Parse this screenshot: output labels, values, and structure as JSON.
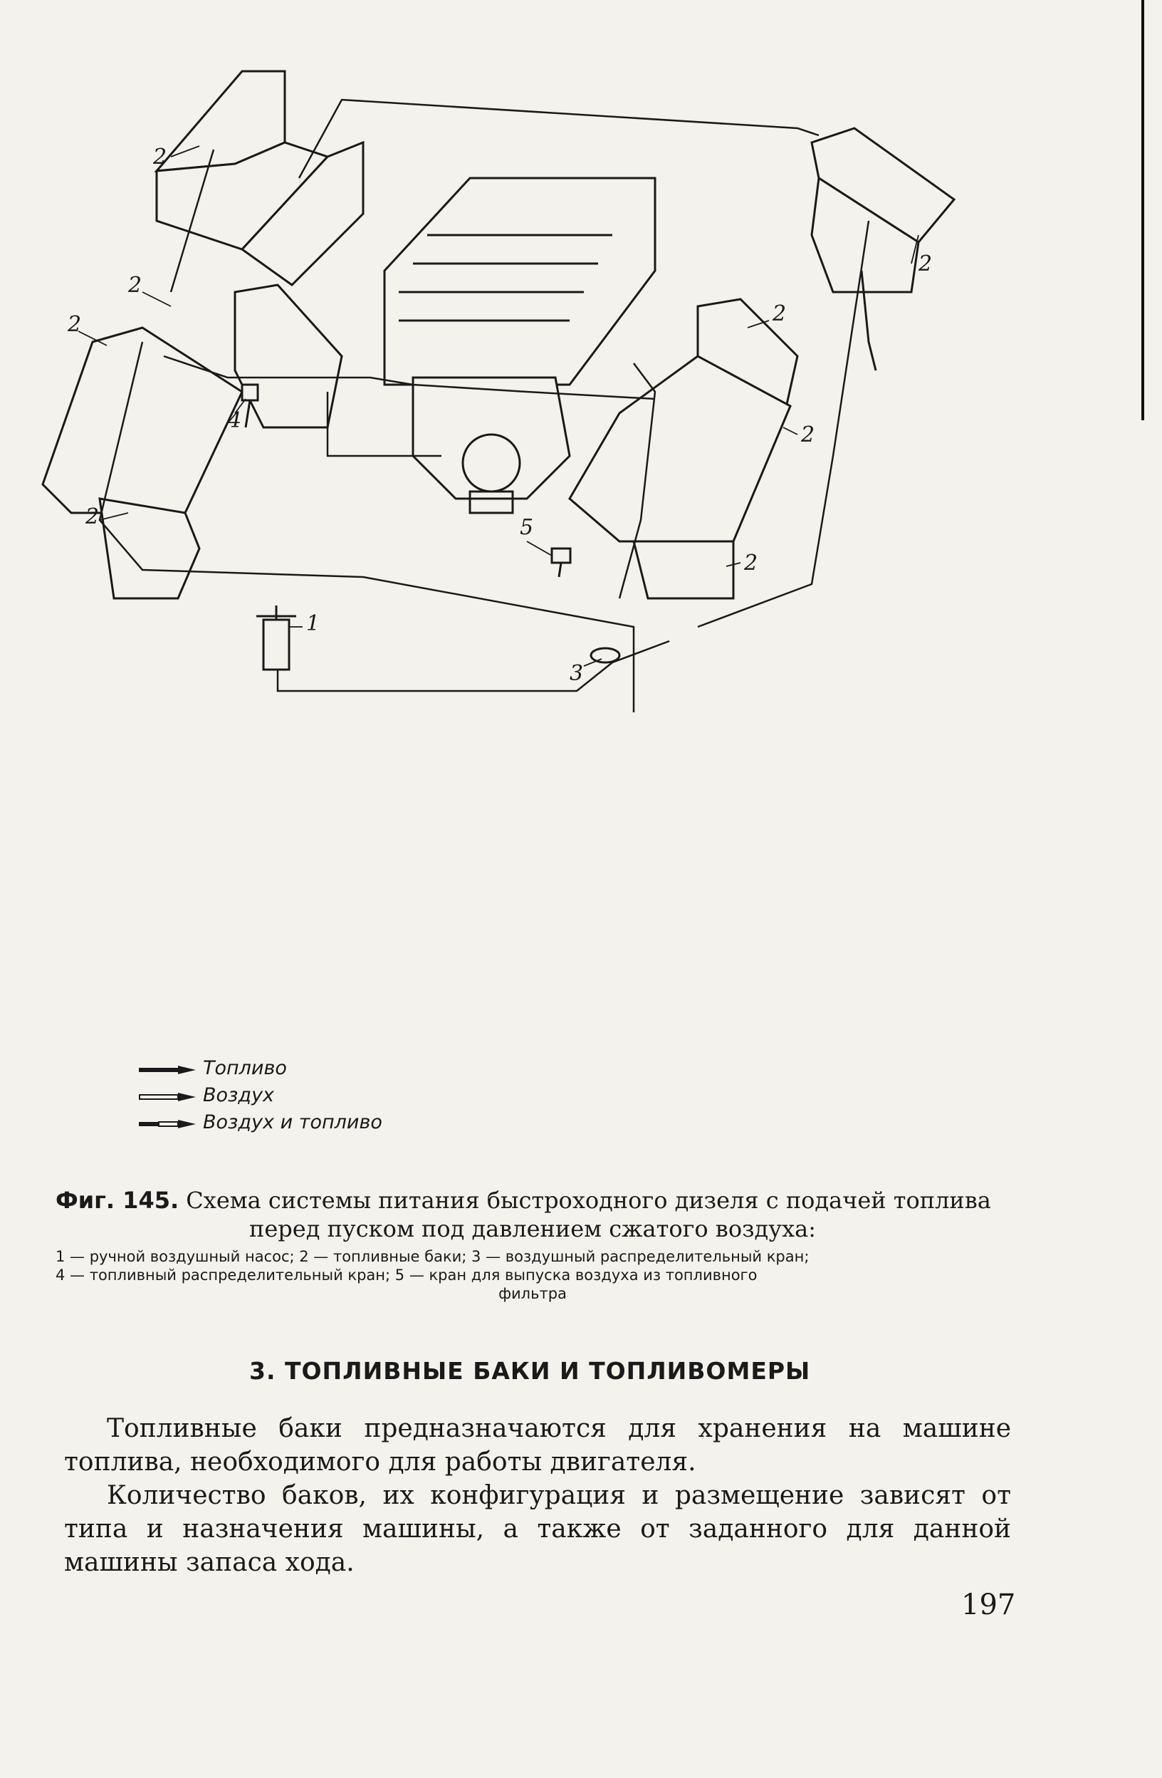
{
  "figure": {
    "callouts": {
      "tank": "2",
      "pump": "1",
      "air_valve": "3",
      "fuel_valve": "4",
      "release_valve": "5"
    },
    "legend": [
      {
        "label": "Топливо",
        "style": "fuel"
      },
      {
        "label": "Воздух",
        "style": "air"
      },
      {
        "label": "Воздух и топливо",
        "style": "mixed"
      }
    ]
  },
  "caption": {
    "label": "Фиг. 145.",
    "title_line1": "Схема системы питания быстроходного дизеля с подачей топлива",
    "title_line2": "перед пуском под давлением сжатого воздуха:",
    "legend_line1": "1 — ручной воздушный насос; 2 — топливные баки; 3 — воздушный распределительный кран;",
    "legend_line2": "4 — топливный распределительный кран; 5 — кран для выпуска воздуха из топливного",
    "legend_line3": "фильтра"
  },
  "section": {
    "heading": "3. ТОПЛИВНЫЕ БАКИ И ТОПЛИВОМЕРЫ",
    "paragraphs": [
      "Топливные баки предназначаются для хранения на машине топлива, необходимого для работы двигателя.",
      "Количество баков, их конфигурация и размещение зависят от типа и назначения машины, а также от заданного для данной машины запаса хода."
    ]
  },
  "page_number": "197",
  "colors": {
    "ink": "#1a1a1a",
    "paper": "#f4f2ec"
  }
}
